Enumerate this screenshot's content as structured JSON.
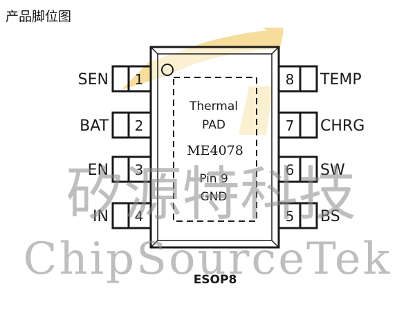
{
  "caption": "产品脚位图",
  "chip": {
    "pad_line1": "Thermal",
    "pad_line2": "PAD",
    "part_number": "ME4078",
    "pad_pin_line1": "Pin 9",
    "pad_pin_line2": "GND",
    "package": "ESOP8"
  },
  "pins_left": [
    {
      "num": "1",
      "name": "SEN"
    },
    {
      "num": "2",
      "name": "BAT"
    },
    {
      "num": "3",
      "name": "EN"
    },
    {
      "num": "4",
      "name": "IN"
    }
  ],
  "pins_right": [
    {
      "num": "8",
      "name": "TEMP"
    },
    {
      "num": "7",
      "name": "CHRG"
    },
    {
      "num": "6",
      "name": "SW"
    },
    {
      "num": "5",
      "name": "BS"
    }
  ],
  "watermark": {
    "chinese": "矽源特科技",
    "english": "ChipSourceTek"
  },
  "colors": {
    "logo_yellow": "#f5d27a",
    "outline": "#1a1a1a",
    "watermark_gray": "#8a8a8a"
  }
}
